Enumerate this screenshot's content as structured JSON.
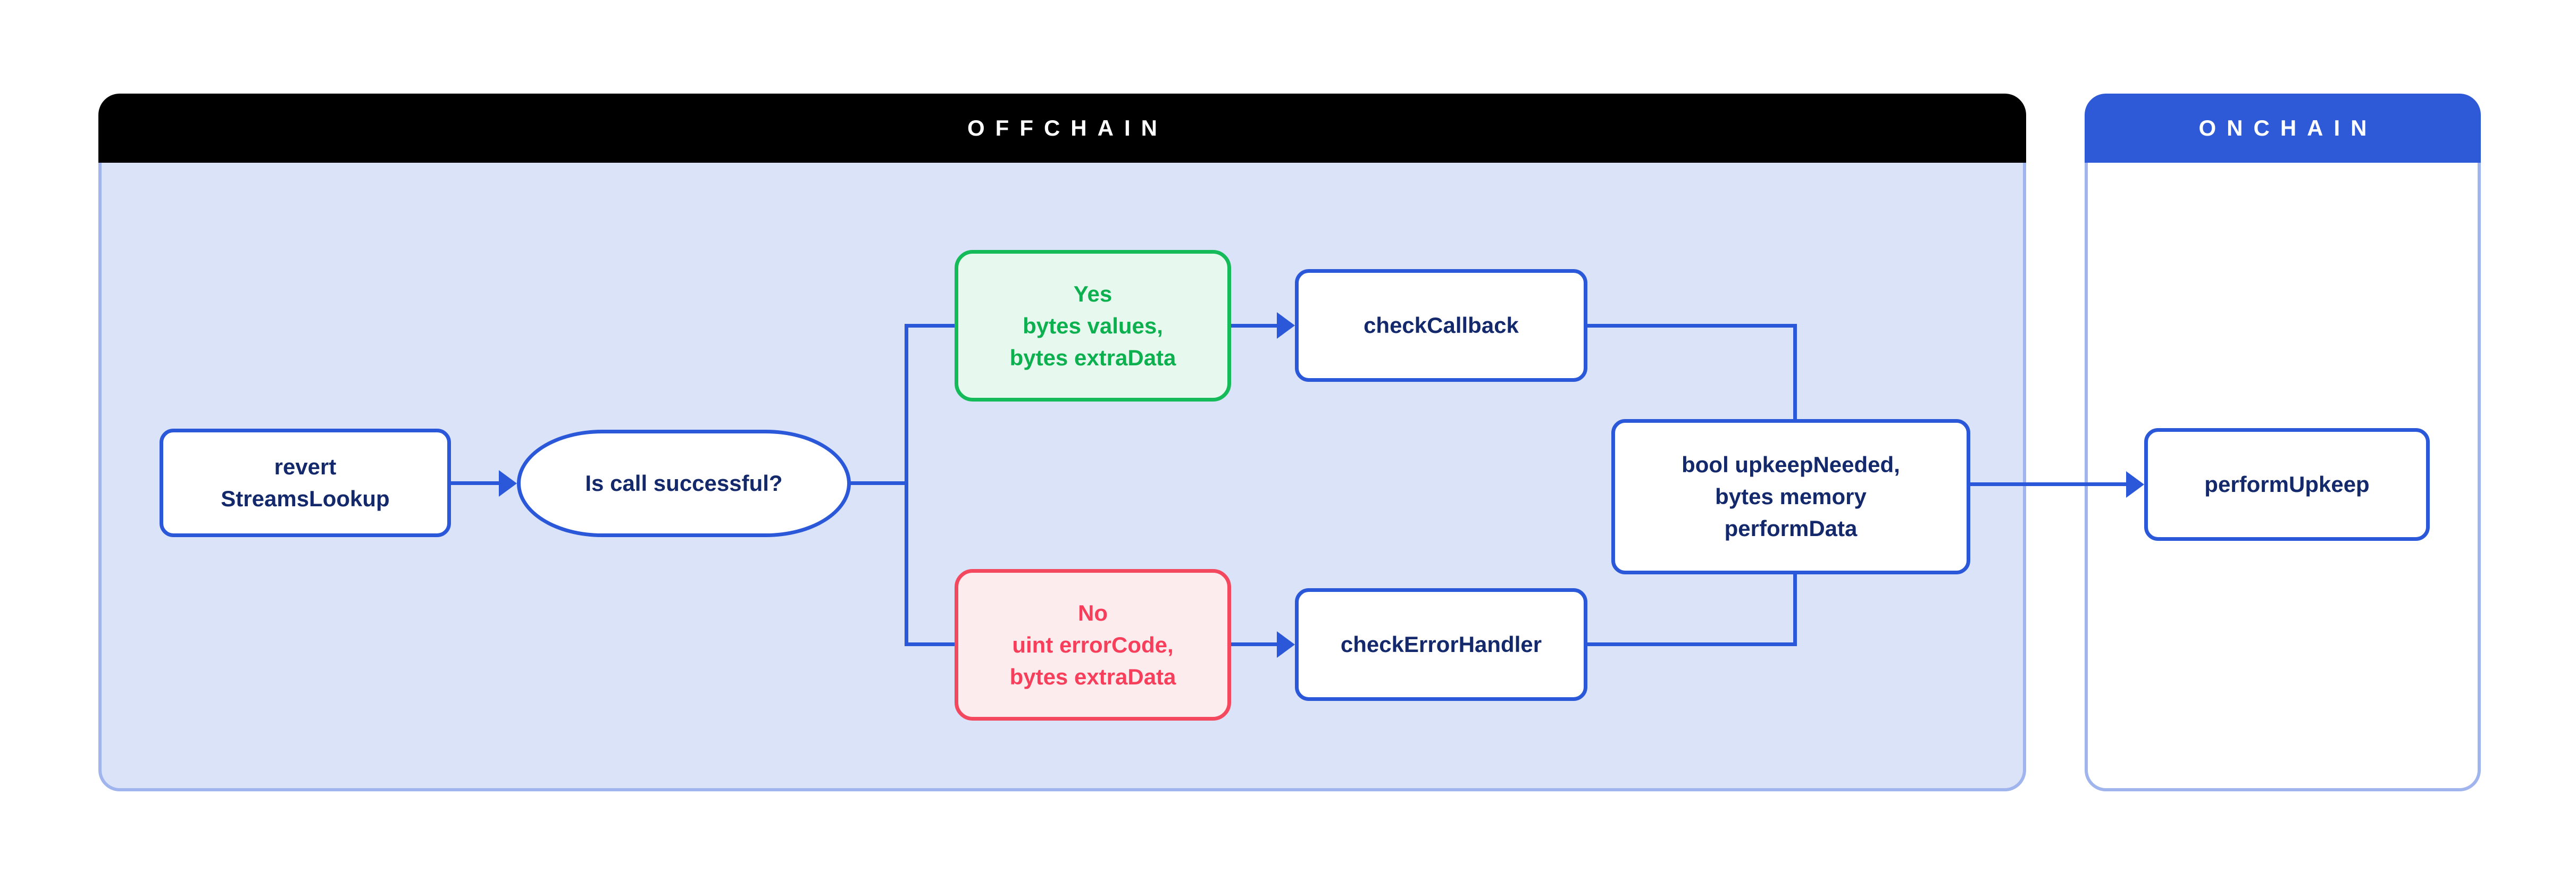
{
  "offchain": {
    "label": "OFFCHAIN"
  },
  "onchain": {
    "label": "ONCHAIN"
  },
  "nodes": {
    "revert": {
      "lines": [
        "revert",
        "StreamsLookup"
      ]
    },
    "is_call_successful": {
      "label": "Is call successful?"
    },
    "yes": {
      "lines": [
        "Yes",
        "bytes values,",
        "bytes extraData"
      ]
    },
    "check_callback": {
      "label": "checkCallback"
    },
    "no": {
      "lines": [
        "No",
        "uint errorCode,",
        "bytes extraData"
      ]
    },
    "check_error_handler": {
      "label": "checkErrorHandler"
    },
    "upkeep_needed": {
      "lines": [
        "bool upkeepNeeded,",
        "bytes memory",
        "performData"
      ]
    },
    "perform_upkeep": {
      "label": "performUpkeep"
    }
  },
  "colors": {
    "canvas_bg": "#ffffff",
    "offchain_header_bg": "#000000",
    "onchain_header_bg": "#2e5ad8",
    "header_text": "#ffffff",
    "offchain_body_bg": "#dbe3f8",
    "onchain_body_bg": "#ffffff",
    "container_border": "#a0b4ee",
    "node_bg": "#ffffff",
    "node_border_blue": "#2a58d9",
    "connector_blue": "#2a58d9",
    "node_text_navy": "#14296b",
    "yes_border": "#15bb58",
    "yes_text": "#0db04f",
    "yes_bg": "#e7f9ee",
    "no_border": "#f4485f",
    "no_text": "#f73e5a",
    "no_bg": "#fdecee"
  }
}
